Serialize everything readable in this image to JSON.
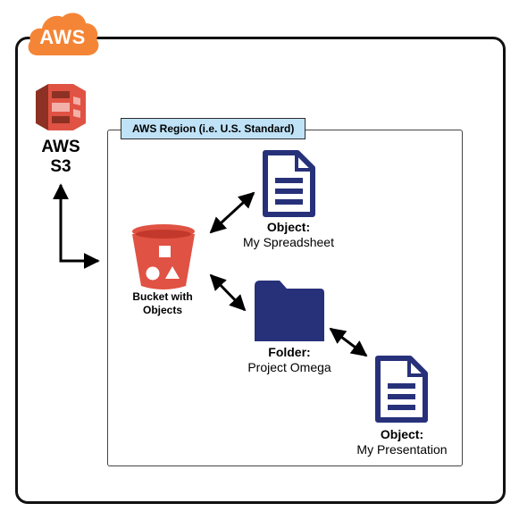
{
  "cloud": {
    "label": "AWS"
  },
  "service": {
    "line1": "AWS",
    "line2": "S3"
  },
  "region": {
    "label": "AWS Region (i.e. U.S. Standard)"
  },
  "bucket": {
    "line1": "Bucket with",
    "line2": "Objects"
  },
  "spreadsheet": {
    "title": "Object:",
    "name": "My Spreadsheet"
  },
  "folder": {
    "title": "Folder:",
    "name": "Project Omega"
  },
  "presentation": {
    "title": "Object:",
    "name": "My Presentation"
  },
  "colors": {
    "aws_orange": "#f58536",
    "s3_red": "#e05243",
    "doc_blue": "#27317a",
    "region_blue": "#bfe2f7"
  }
}
